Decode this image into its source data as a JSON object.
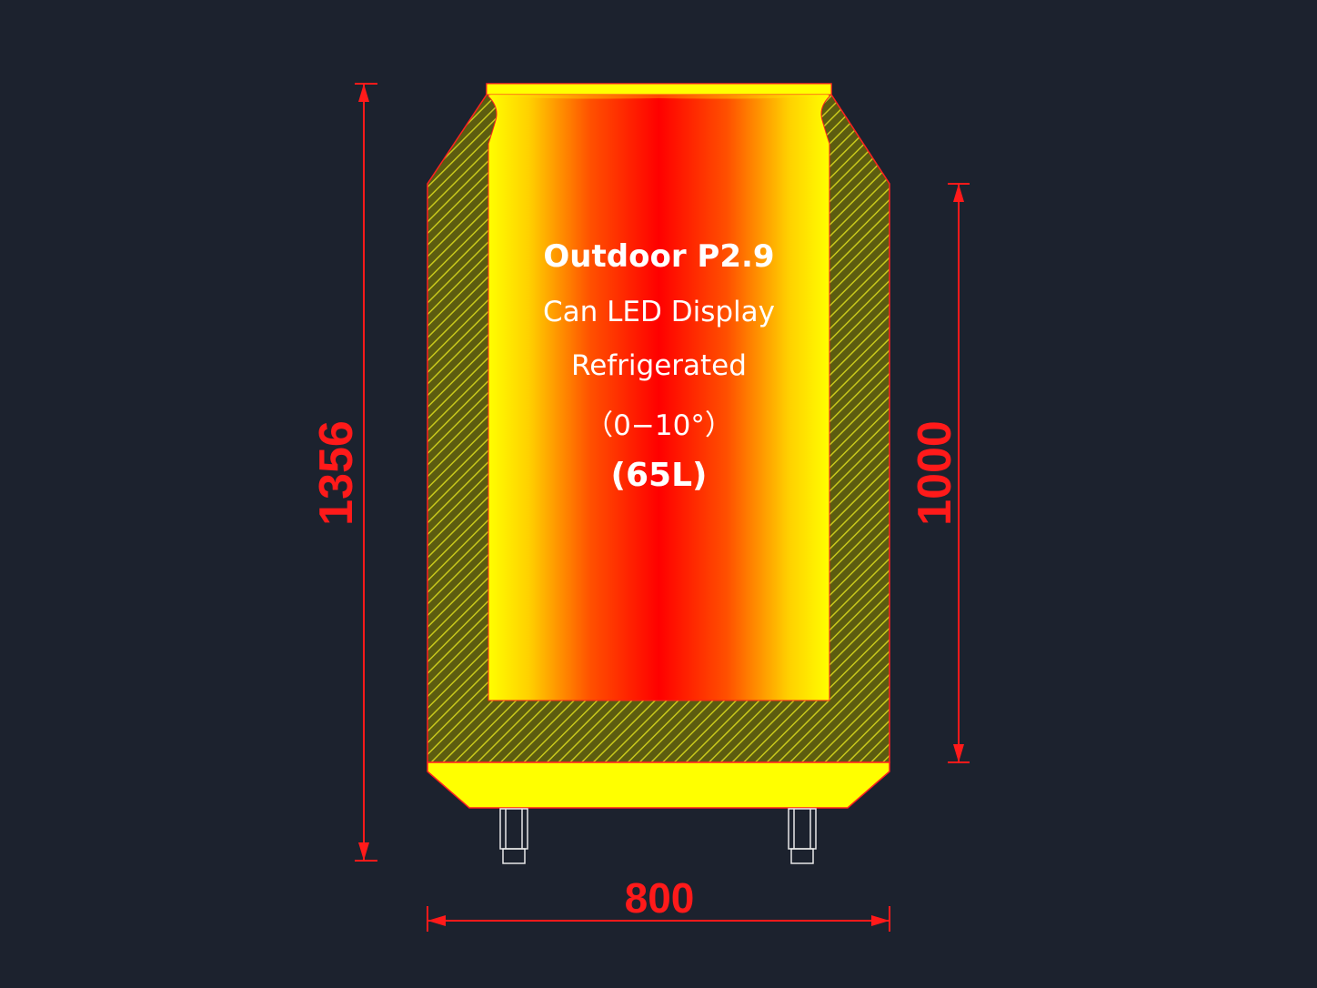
{
  "display": {
    "title": "Outdoor P2.9",
    "line2": "Can LED Display",
    "line3": "Refrigerated",
    "line4": "（0−10°）",
    "line5": "(65L)"
  },
  "dimensions": {
    "width": "800",
    "height_total": "1356",
    "height_screen": "1000"
  },
  "colors": {
    "background": "#1c222e",
    "dimension": "#ff1a1a",
    "screen_center": "#ff0000",
    "screen_edge": "#ffff00",
    "body_hatch": "#6b6a14",
    "base": "#ffff00"
  }
}
